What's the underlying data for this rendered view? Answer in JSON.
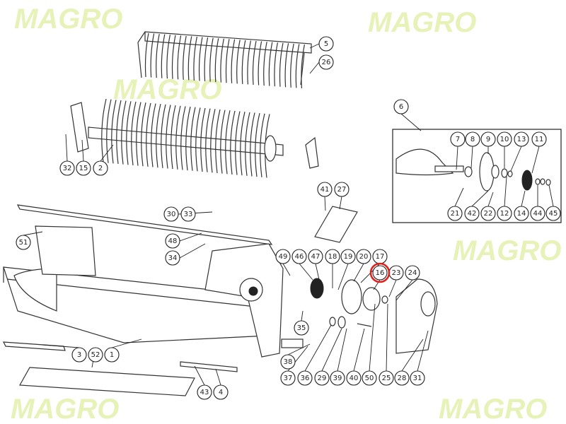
{
  "watermark": "MAGRO",
  "highlight_color": "#e0201b",
  "highlighted_part": "16",
  "inset_label": "6",
  "callouts": [
    "5",
    "26",
    "32",
    "15",
    "2",
    "6",
    "7",
    "8",
    "9",
    "10",
    "13",
    "11",
    "21",
    "42",
    "22",
    "12",
    "14",
    "44",
    "45",
    "41",
    "27",
    "30",
    "33",
    "51",
    "48",
    "34",
    "49",
    "46",
    "47",
    "18",
    "19",
    "20",
    "17",
    "16",
    "23",
    "24",
    "35",
    "38",
    "37",
    "36",
    "29",
    "39",
    "40",
    "50",
    "25",
    "28",
    "31",
    "3",
    "52",
    "1",
    "43",
    "4"
  ]
}
